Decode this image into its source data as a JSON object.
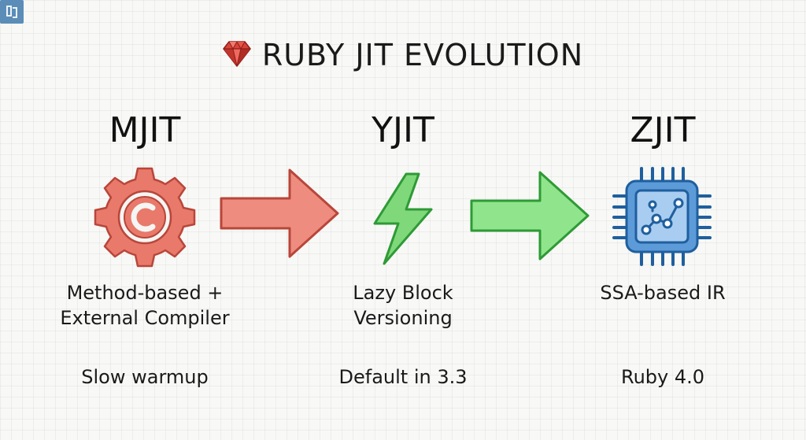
{
  "title": "RUBY JIT EVOLUTION",
  "icons": {
    "title": "ruby-gem-icon",
    "corner": "corner-badge-icon",
    "arrows": [
      "red-right-arrow-icon",
      "green-right-arrow-icon"
    ]
  },
  "colors": {
    "mjit": "#e8796b",
    "yjit": "#7fd87a",
    "zjit": "#5c9bd8",
    "arrow_red": "#ee8c80",
    "arrow_green": "#90e58c"
  },
  "stages": [
    {
      "name": "MJIT",
      "icon": "gear-c-icon",
      "description": [
        "Method-based +",
        "External Compiler"
      ],
      "note": "Slow warmup"
    },
    {
      "name": "YJIT",
      "icon": "lightning-bolt-icon",
      "description": [
        "Lazy Block",
        "Versioning"
      ],
      "note": "Default in 3.3"
    },
    {
      "name": "ZJIT",
      "icon": "cpu-chip-icon",
      "description": [
        "SSA-based IR"
      ],
      "note": "Ruby 4.0"
    }
  ]
}
